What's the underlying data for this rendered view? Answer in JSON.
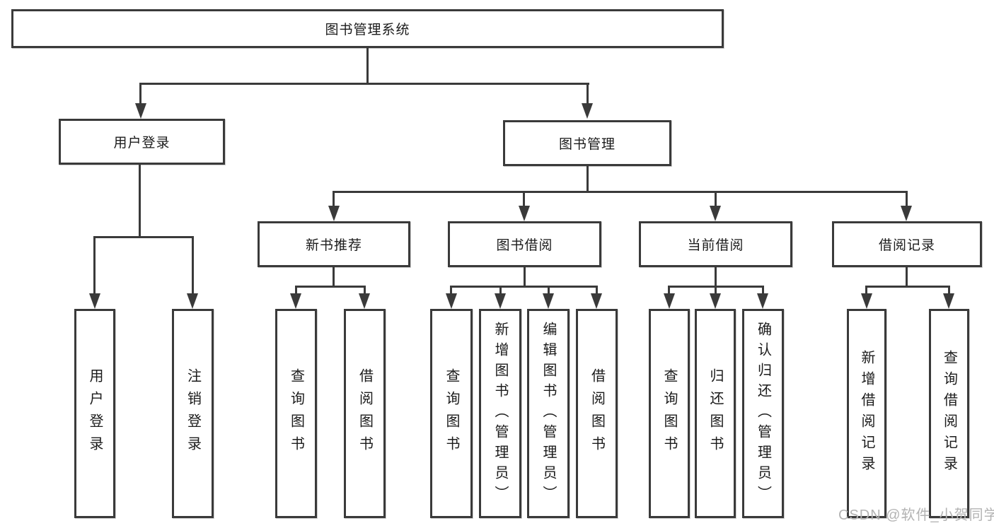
{
  "root": {
    "label": "图书管理系统"
  },
  "level2": {
    "user_login": "用户登录",
    "book_management": "图书管理"
  },
  "level3": {
    "new_book": "新书推荐",
    "book_borrow": "图书借阅",
    "current_borrow": "当前借阅",
    "borrow_records": "借阅记录"
  },
  "leaves": {
    "user_login": "用户登录",
    "logout": "注销登录",
    "nb_query": "查询图书",
    "nb_borrow": "借阅图书",
    "bb_query": "查询图书",
    "bb_add": "新增图书（管理员）",
    "bb_edit": "编辑图书（管理员）",
    "bb_borrow": "借阅图书",
    "cb_query": "查询图书",
    "cb_return": "归还图书",
    "cb_confirm": "确认归还（管理员）",
    "br_add": "新增借阅记录",
    "br_query": "查询借阅记录"
  },
  "watermark": "CSDN @软件_小贺同学",
  "colors": {
    "line": "#3a3a3a",
    "text": "#1b1b1b",
    "watermark": "#b3b3b3",
    "background": "#ffffff"
  }
}
